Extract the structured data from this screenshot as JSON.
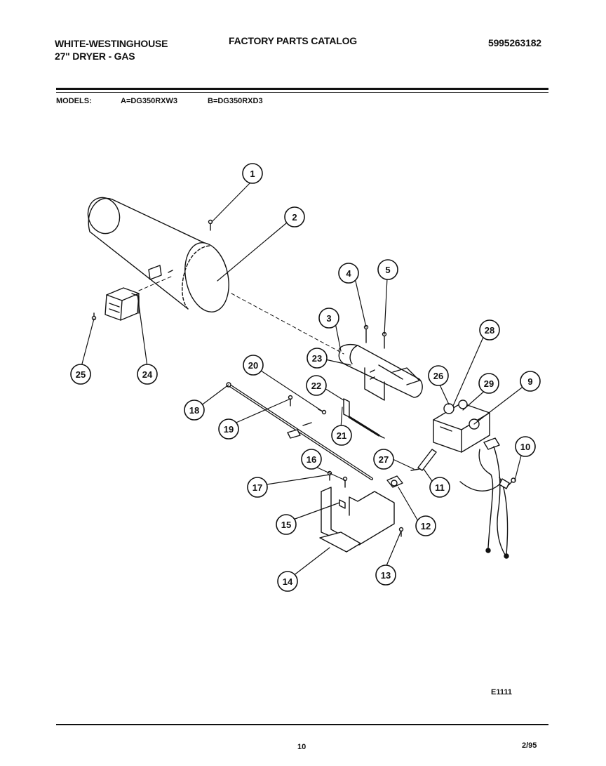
{
  "header": {
    "brand": "WHITE-WESTINGHOUSE",
    "product": "27\" DRYER - GAS",
    "catalog_title": "FACTORY PARTS CATALOG",
    "catalog_number": "5995263182"
  },
  "models": {
    "label": "MODELS:",
    "model_a": "A=DG350RXW3",
    "model_b": "B=DG350RXD3"
  },
  "diagram": {
    "callouts": [
      "1",
      "2",
      "3",
      "4",
      "5",
      "9",
      "10",
      "11",
      "12",
      "13",
      "14",
      "15",
      "16",
      "17",
      "18",
      "19",
      "20",
      "21",
      "22",
      "23",
      "24",
      "25",
      "26",
      "27",
      "28",
      "29"
    ],
    "figure_id": "E1111"
  },
  "footer": {
    "page_number": "10",
    "date": "2/95"
  }
}
